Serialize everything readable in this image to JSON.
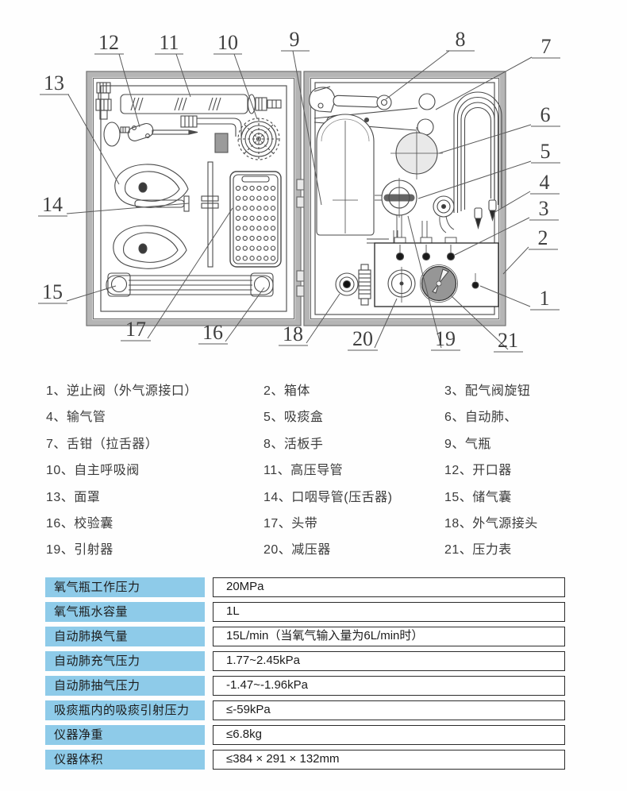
{
  "colors": {
    "table_label_bg": "#8ecbe9",
    "diagram_line": "#4a4a4a",
    "case_frame_gray": "#b5b5b5",
    "gauge_fill_gray": "#969696"
  },
  "diagram": {
    "description": "open two-compartment resuscitator case drawing with 21 numbered callouts",
    "callouts": [
      {
        "label": "1"
      },
      {
        "label": "2"
      },
      {
        "label": "3"
      },
      {
        "label": "4"
      },
      {
        "label": "5"
      },
      {
        "label": "6"
      },
      {
        "label": "7"
      },
      {
        "label": "8"
      },
      {
        "label": "9"
      },
      {
        "label": "10"
      },
      {
        "label": "11"
      },
      {
        "label": "12"
      },
      {
        "label": "13"
      },
      {
        "label": "14"
      },
      {
        "label": "15"
      },
      {
        "label": "16"
      },
      {
        "label": "17"
      },
      {
        "label": "18"
      },
      {
        "label": "19"
      },
      {
        "label": "20"
      },
      {
        "label": "21"
      }
    ]
  },
  "legend": {
    "items": [
      {
        "text": "1、逆止阀（外气源接口）"
      },
      {
        "text": "2、箱体"
      },
      {
        "text": "3、配气阀旋钮"
      },
      {
        "text": "4、输气管"
      },
      {
        "text": "5、吸痰盒"
      },
      {
        "text": "6、自动肺、"
      },
      {
        "text": "7、舌钳（拉舌器）"
      },
      {
        "text": "8、活板手"
      },
      {
        "text": "9、气瓶"
      },
      {
        "text": "10、自主呼吸阀"
      },
      {
        "text": "11、高压导管"
      },
      {
        "text": "12、开口器"
      },
      {
        "text": "13、面罩"
      },
      {
        "text": "14、口咽导管(压舌器)"
      },
      {
        "text": "15、储气囊"
      },
      {
        "text": "16、校验囊"
      },
      {
        "text": "17、头带"
      },
      {
        "text": "18、外气源接头"
      },
      {
        "text": "19、引射器"
      },
      {
        "text": "20、减压器"
      },
      {
        "text": "21、压力表"
      }
    ]
  },
  "spec_table": {
    "rows": [
      {
        "label": "氧气瓶工作压力",
        "value": "20MPa"
      },
      {
        "label": "氧气瓶水容量",
        "value": "1L"
      },
      {
        "label": "自动肺换气量",
        "value": "15L/min（当氧气输入量为6L/min时）"
      },
      {
        "label": "自动肺充气压力",
        "value": "1.77~2.45kPa"
      },
      {
        "label": "自动肺抽气压力",
        "value": "-1.47~-1.96kPa"
      },
      {
        "label": "吸痰瓶内的吸痰引射压力",
        "value": "≤-59kPa"
      },
      {
        "label": "仪器净重",
        "value": "≤6.8kg"
      },
      {
        "label": "仪器体积",
        "value": "≤384 × 291 × 132mm"
      }
    ]
  }
}
